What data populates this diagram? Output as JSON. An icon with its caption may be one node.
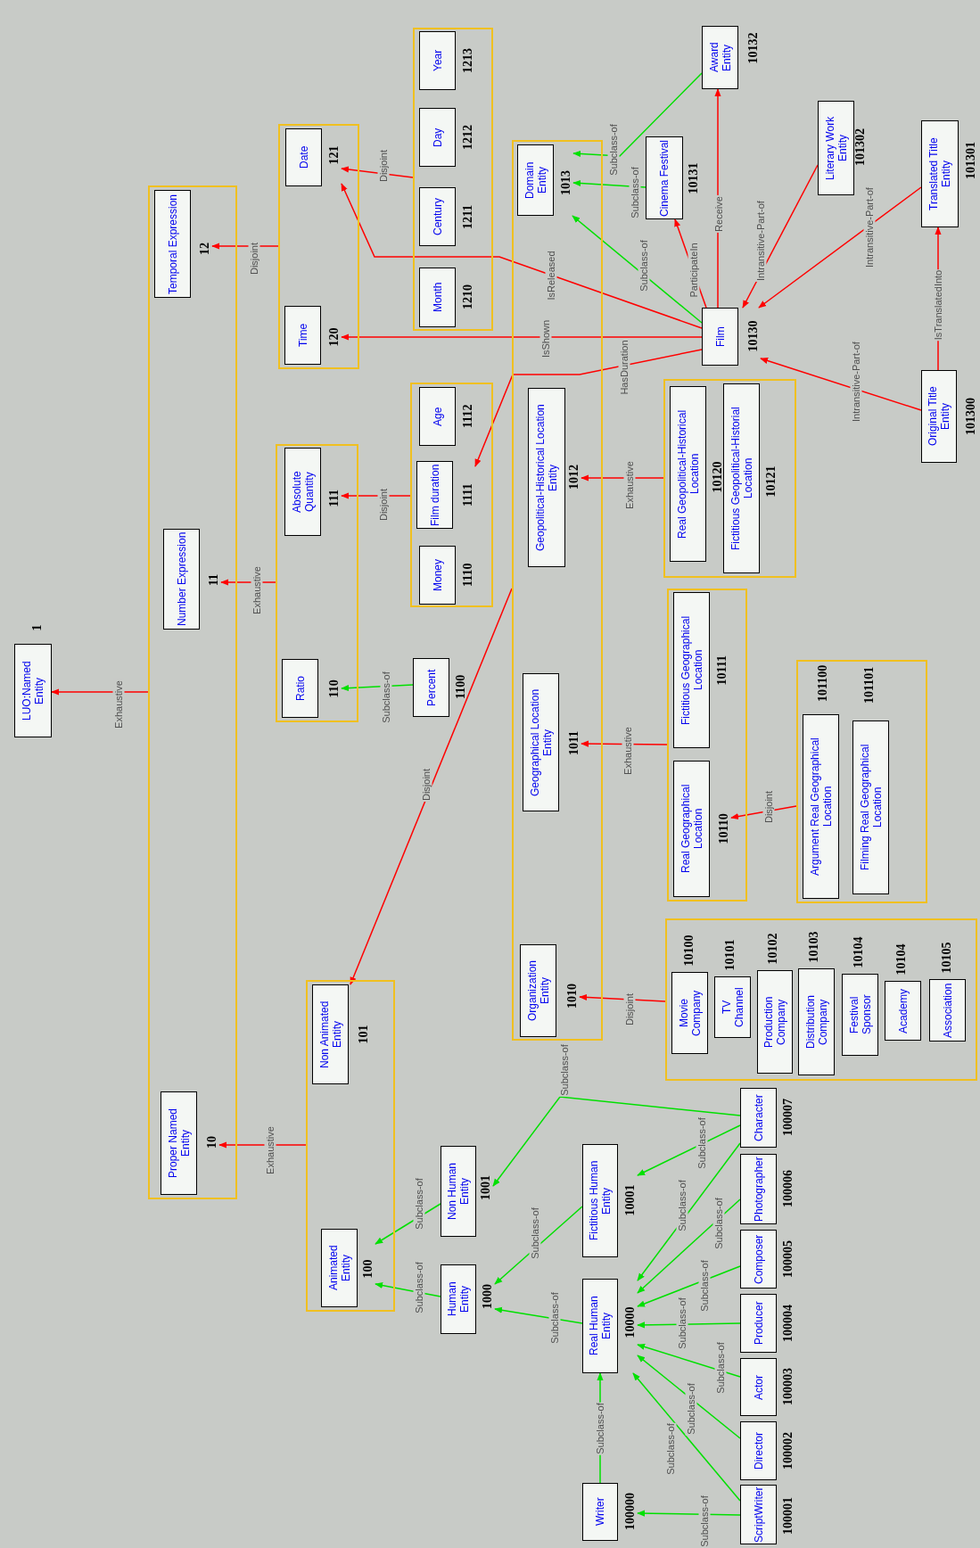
{
  "diagram": {
    "nodes": [
      {
        "text": [
          "LUO:Named Entity"
        ],
        "beside": [
          "1"
        ]
      },
      {
        "text": [],
        "shape": "box"
      },
      {
        "text": [
          "Proper Named Entity"
        ],
        "beside": [
          "10"
        ],
        "in": 1
      },
      {
        "text": [
          "Number Expression"
        ],
        "beside": [
          "11"
        ],
        "in": 1
      },
      {
        "text": [
          "Temporal Expression"
        ],
        "beside": [
          "12"
        ],
        "in": 1
      },
      {
        "text": [],
        "shape": "box"
      },
      {
        "text": [
          "Animated Entity"
        ],
        "beside": [
          "100"
        ],
        "in": 5
      },
      {
        "text": [
          "Non Animated Entity"
        ],
        "beside": [
          "101"
        ],
        "in": 5
      },
      {
        "text": [],
        "shape": "box"
      },
      {
        "text": [
          "Ratio"
        ],
        "beside": [
          "110"
        ],
        "in": 8
      },
      {
        "text": [
          "Absolute Quantity"
        ],
        "beside": [
          "111"
        ],
        "in": 8
      },
      {
        "text": [],
        "shape": "box"
      },
      {
        "text": [
          "Time"
        ],
        "beside": [
          "120"
        ],
        "in": 11
      },
      {
        "text": [
          "Date"
        ],
        "beside": [
          "121"
        ],
        "in": 11
      },
      {
        "text": [
          "Human Entity"
        ],
        "beside": [
          "1000"
        ]
      },
      {
        "text": [
          "Non Human Entity"
        ],
        "beside": [
          "1001"
        ]
      },
      {
        "text": [],
        "shape": "box"
      },
      {
        "text": [
          "Organization Entity"
        ],
        "beside": [
          "1010"
        ],
        "in": 16
      },
      {
        "text": [
          "Geographical Location Entity"
        ],
        "beside": [
          "1011"
        ],
        "in": 16
      },
      {
        "text": [
          "Geopolitical-Historical Location Entity"
        ],
        "beside": [
          "1012"
        ],
        "in": 16
      },
      {
        "text": [
          "Domain Entity"
        ],
        "beside": [
          "1013"
        ],
        "in": 16
      },
      {
        "text": [
          "Percent"
        ],
        "beside": [
          "1100"
        ]
      },
      {
        "text": [],
        "shape": "box"
      },
      {
        "text": [
          "Money"
        ],
        "beside": [
          "1110"
        ],
        "in": 22
      },
      {
        "text": [
          "Film duration"
        ],
        "beside": [
          "1111"
        ],
        "in": 22
      },
      {
        "text": [
          "Age"
        ],
        "beside": [
          "1112"
        ],
        "in": 22
      },
      {
        "text": [],
        "shape": "box"
      },
      {
        "text": [
          "Month"
        ],
        "beside": [
          "1210"
        ],
        "in": 26
      },
      {
        "text": [
          "Century"
        ],
        "beside": [
          "1211"
        ],
        "in": 26
      },
      {
        "text": [
          "Day"
        ],
        "beside": [
          "1212"
        ],
        "in": 26
      },
      {
        "text": [
          "Year"
        ],
        "beside": [
          "1213"
        ],
        "in": 26
      },
      {
        "text": [
          "Real Human Entity"
        ],
        "beside": [
          "10000"
        ]
      },
      {
        "text": [
          "Fictitious Human Entity"
        ],
        "beside": [
          "10001"
        ]
      },
      {
        "text": [],
        "shape": "box"
      },
      {
        "text": [
          "Movie Company"
        ],
        "beside": [
          "10100"
        ],
        "in": 33
      },
      {
        "text": [
          "TV Channel"
        ],
        "beside": [
          "10101"
        ],
        "in": 33
      },
      {
        "text": [
          "Production Company"
        ],
        "beside": [
          "10102"
        ],
        "in": 33
      },
      {
        "text": [
          "Distribution Company"
        ],
        "beside": [
          "10103"
        ],
        "in": 33
      },
      {
        "text": [
          "Festival Sponsor"
        ],
        "beside": [
          "10104"
        ],
        "in": 33
      },
      {
        "text": [
          "Academy"
        ],
        "beside": [
          "10104"
        ],
        "in": 33
      },
      {
        "text": [
          "Association"
        ],
        "beside": [
          "10105"
        ],
        "in": 33
      },
      {
        "text": [],
        "shape": "box"
      },
      {
        "text": [
          "Real Geographical Location"
        ],
        "beside": [
          "10110"
        ],
        "in": 41
      },
      {
        "text": [
          "Fictitious Geographical Location"
        ],
        "beside": [
          "10111"
        ],
        "in": 41
      },
      {
        "text": [],
        "shape": "box"
      },
      {
        "text": [
          "Real Geopolitical-Historical Location"
        ],
        "beside": [
          "10120"
        ],
        "in": 44
      },
      {
        "text": [
          "Fictitious Geopolitical-Historial Location"
        ],
        "beside": [
          "10121"
        ],
        "in": 44
      },
      {
        "text": [
          "Film"
        ],
        "beside": [
          "10130"
        ]
      },
      {
        "text": [
          "Cinema Festival"
        ],
        "beside": [
          "10131"
        ]
      },
      {
        "text": [
          "Award Entity"
        ],
        "beside": [
          "10132"
        ]
      },
      {
        "text": [
          "Writer"
        ],
        "beside": [
          "100000"
        ]
      },
      {
        "text": [
          "ScriptWriter"
        ],
        "beside": [
          "100001"
        ]
      },
      {
        "text": [
          "Director"
        ],
        "beside": [
          "100002"
        ]
      },
      {
        "text": [
          "Actor"
        ],
        "beside": [
          "100003"
        ]
      },
      {
        "text": [
          "Producer"
        ],
        "beside": [
          "100004"
        ]
      },
      {
        "text": [
          "Composer"
        ],
        "beside": [
          "100005"
        ]
      },
      {
        "text": [
          "Photographer"
        ],
        "beside": [
          "100006"
        ]
      },
      {
        "text": [
          "Character"
        ],
        "beside": [
          "100007"
        ]
      },
      {
        "text": [],
        "shape": "box"
      },
      {
        "text": [
          "Argument Real Geographical Location"
        ],
        "beside": [
          "101100"
        ],
        "in": 58
      },
      {
        "text": [
          "Filming Real Geographical Location"
        ],
        "beside": [
          "101101"
        ],
        "in": 58
      },
      {
        "text": [
          "Original Title Entity"
        ],
        "beside": [
          "101300"
        ]
      },
      {
        "text": [
          "Translated Title Entity"
        ],
        "beside": [
          "101301"
        ]
      },
      {
        "text": [
          "Literary Work Entity"
        ],
        "beside": [
          "101302"
        ]
      }
    ],
    "edges": [
      {
        "from": 1,
        "to": 0,
        "arrow": "to",
        "label": "Exhaustive"
      },
      {
        "from": 5,
        "to": 2,
        "arrow": "to",
        "label": "Exhaustive"
      },
      {
        "from": 8,
        "to": 3,
        "arrow": "to",
        "label": "Exhaustive"
      },
      {
        "from": 11,
        "to": 4,
        "arrow": "to",
        "label": "Disjoint"
      },
      {
        "from": 21,
        "to": 9,
        "arrow": "to",
        "label": "Subclass-of",
        "color": "#00e000"
      },
      {
        "from": 22,
        "to": 10,
        "arrow": "to",
        "label": "Disjoint"
      },
      {
        "from": 26,
        "to": 13,
        "arrow": "to",
        "label": "Disjoint"
      },
      {
        "from": 47,
        "to": 13,
        "arrow": "to",
        "label": "IsReleased"
      },
      {
        "from": 47,
        "to": 12,
        "arrow": "to",
        "label": "IsShown"
      },
      {
        "from": 47,
        "to": 24,
        "arrow": "to",
        "label": "HasDuration"
      },
      {
        "from": 16,
        "to": 7,
        "arrow": "to",
        "label": "Disjoint"
      },
      {
        "from": 33,
        "to": 17,
        "arrow": "to",
        "label": "Disjoint"
      },
      {
        "from": 41,
        "to": 18,
        "arrow": "to",
        "label": "Exhaustive"
      },
      {
        "from": 44,
        "to": 19,
        "arrow": "to",
        "label": "Exhaustive"
      },
      {
        "from": 58,
        "to": 42,
        "arrow": "to",
        "label": "Disjoint"
      },
      {
        "from": 14,
        "to": 6,
        "arrow": "to",
        "label": "Subclass-of",
        "color": "#00e000"
      },
      {
        "from": 15,
        "to": 6,
        "arrow": "to",
        "label": "Subclass-of",
        "color": "#00e000"
      },
      {
        "from": 31,
        "to": 14,
        "arrow": "to",
        "label": "Subclass-of",
        "color": "#00e000"
      },
      {
        "from": 32,
        "to": 14,
        "arrow": "to",
        "label": "Subclass-of",
        "color": "#00e000"
      },
      {
        "from": 57,
        "to": 15,
        "arrow": "to",
        "label": "Subclass-of",
        "color": "#00e000"
      },
      {
        "from": 57,
        "to": 32,
        "arrow": "to",
        "label": "Subclass-of",
        "color": "#00e000"
      },
      {
        "from": 57,
        "to": 31,
        "arrow": "to",
        "label": "Subclass-of",
        "color": "#00e000"
      },
      {
        "from": 56,
        "to": 31,
        "arrow": "to",
        "label": "Subclass-of",
        "color": "#00e000"
      },
      {
        "from": 55,
        "to": 31,
        "arrow": "to",
        "label": "Subclass-of",
        "color": "#00e000"
      },
      {
        "from": 54,
        "to": 31,
        "arrow": "to",
        "label": "Subclass-of",
        "color": "#00e000"
      },
      {
        "from": 53,
        "to": 31,
        "arrow": "to",
        "label": "Subclass-of",
        "color": "#00e000"
      },
      {
        "from": 52,
        "to": 31,
        "arrow": "to",
        "label": "Subclass-of",
        "color": "#00e000"
      },
      {
        "from": 51,
        "to": 31,
        "arrow": "to",
        "label": "Subclass-of",
        "color": "#00e000"
      },
      {
        "from": 50,
        "to": 31,
        "arrow": "to",
        "label": "Subclass-of",
        "color": "#00e000"
      },
      {
        "from": 51,
        "to": 50,
        "arrow": "to",
        "label": "Subclass-of",
        "color": "#00e000"
      },
      {
        "from": 47,
        "to": 48,
        "arrow": "to",
        "label": "ParticipateIn"
      },
      {
        "from": 47,
        "to": 49,
        "arrow": "to",
        "label": "Receive"
      },
      {
        "from": 63,
        "to": 47,
        "arrow": "to",
        "label": "Intransitive-Part-of"
      },
      {
        "from": 62,
        "to": 47,
        "arrow": "to",
        "label": "Intransitive-Part-of"
      },
      {
        "from": 61,
        "to": 47,
        "arrow": "to",
        "label": "Intransitive-Part-of"
      },
      {
        "from": 61,
        "to": 62,
        "arrow": "to",
        "label": "IsTranslatedInto"
      },
      {
        "from": 47,
        "to": 20,
        "arrow": "to",
        "label": "Subclass-of",
        "color": "#00e000"
      },
      {
        "from": 48,
        "to": 20,
        "arrow": "to",
        "label": "Subclass-of",
        "color": "#00e000"
      },
      {
        "from": 49,
        "to": 20,
        "arrow": "to",
        "label": "Subclass-of",
        "color": "#00e000"
      }
    ]
  }
}
